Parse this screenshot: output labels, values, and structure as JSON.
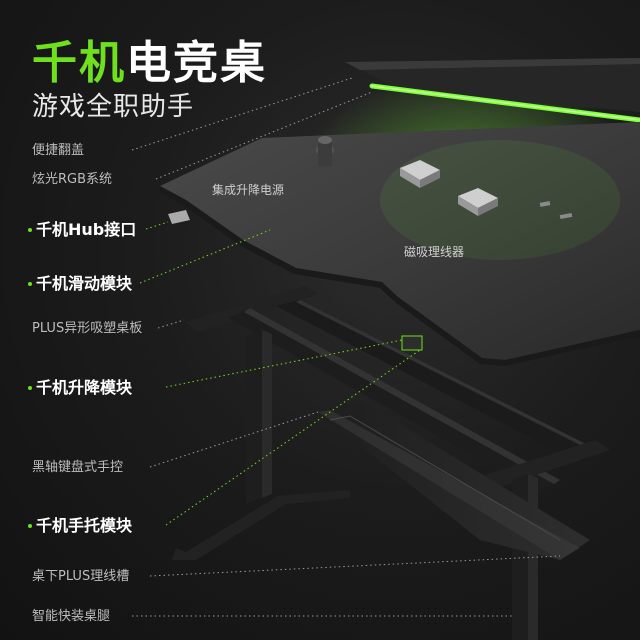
{
  "headline": {
    "part1": "千机",
    "part2": "电竞桌"
  },
  "subtitle": "游戏全职助手",
  "features": [
    "便捷翻盖",
    "炫光RGB系统",
    "千机Hub接口",
    "千机滑动模块",
    "PLUS异形吸塑桌板",
    "千机升降模块",
    "黑轴键盘式手控",
    "千机手托模块",
    "桌下PLUS理线槽",
    "智能快装桌腿"
  ],
  "inline_labels": {
    "power": "集成升降电源",
    "cable": "磁吸理线器"
  },
  "colors": {
    "accent": "#6ee01c",
    "glow": "#7dff3a",
    "desk": "#3d3d3d",
    "frame": "#222222"
  }
}
